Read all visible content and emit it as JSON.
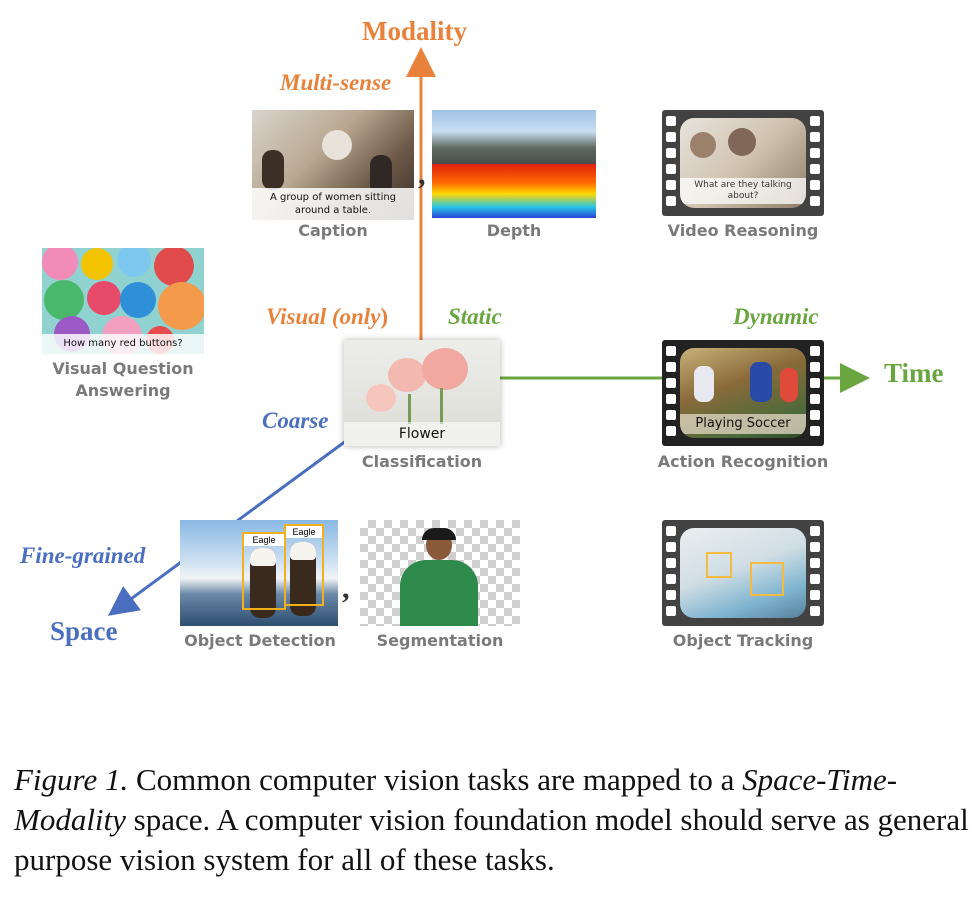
{
  "axes": {
    "modality": "Modality",
    "time": "Time",
    "space": "Space",
    "multi_sense": "Multi-sense",
    "visual_only_a": "Visual (",
    "visual_only_b": "only",
    "visual_only_c": ")",
    "static": "Static",
    "dynamic": "Dynamic",
    "coarse": "Coarse",
    "fine_grained": "Fine-grained"
  },
  "colors": {
    "modality": "#e8823a",
    "time": "#6aa640",
    "space": "#4a6fc0",
    "label_gray": "#7a7a7a"
  },
  "tasks": {
    "caption": {
      "label": "Caption",
      "overlay": "A group of women sitting around a table."
    },
    "depth": {
      "label": "Depth"
    },
    "video_reasoning": {
      "label": "Video Reasoning",
      "overlay": "What are they talking about?"
    },
    "vqa": {
      "label_line1": "Visual Question",
      "label_line2": "Answering",
      "overlay": "How many red buttons?"
    },
    "classification": {
      "label": "Classification",
      "overlay": "Flower"
    },
    "action_recognition": {
      "label": "Action Recognition",
      "overlay": "Playing Soccer"
    },
    "object_detection": {
      "label": "Object Detection",
      "box1": "Eagle",
      "box2": "Eagle"
    },
    "segmentation": {
      "label": "Segmentation"
    },
    "object_tracking": {
      "label": "Object Tracking"
    }
  },
  "separators": {
    "comma": ","
  },
  "caption": {
    "figure_label": "Figure 1.",
    "text_a": " Common computer vision tasks are mapped to a ",
    "italic_a": "Space-Time-Modality",
    "text_b": " space. A computer vision foundation model should serve as general purpose vision system for all of these tasks."
  }
}
